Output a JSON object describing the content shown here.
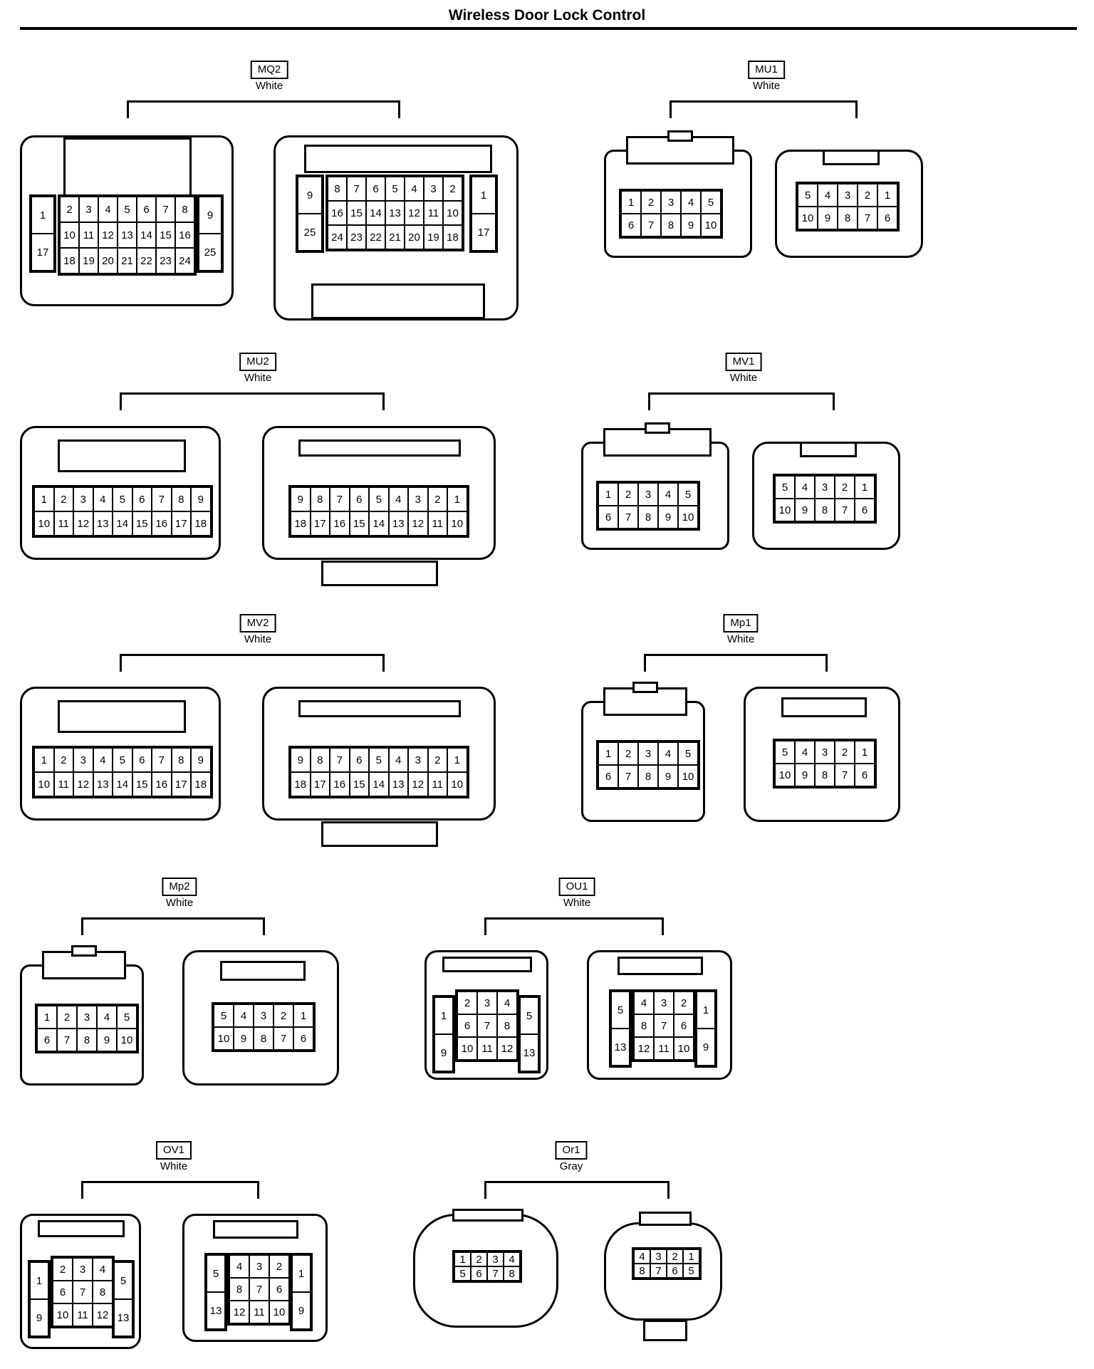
{
  "title": "Wireless Door Lock Control",
  "connectors": [
    {
      "id": "mq2",
      "code": "MQ2",
      "color": "White"
    },
    {
      "id": "mu1",
      "code": "MU1",
      "color": "White"
    },
    {
      "id": "mu2",
      "code": "MU2",
      "color": "White"
    },
    {
      "id": "mv1",
      "code": "MV1",
      "color": "White"
    },
    {
      "id": "mv2",
      "code": "MV2",
      "color": "White"
    },
    {
      "id": "mp1",
      "code": "Mp1",
      "color": "White"
    },
    {
      "id": "mp2",
      "code": "Mp2",
      "color": "White"
    },
    {
      "id": "ou1",
      "code": "OU1",
      "color": "White"
    },
    {
      "id": "ov1",
      "code": "OV1",
      "color": "White"
    },
    {
      "id": "or1",
      "code": "Or1",
      "color": "Gray"
    }
  ],
  "pins": {
    "mq2_male": {
      "left": [
        "1",
        "17"
      ],
      "rows": [
        [
          "2",
          "3",
          "4",
          "5",
          "6",
          "7",
          "8"
        ],
        [
          "10",
          "11",
          "12",
          "13",
          "14",
          "15",
          "16"
        ],
        [
          "18",
          "19",
          "20",
          "21",
          "22",
          "23",
          "24"
        ]
      ],
      "right": [
        "9",
        "25"
      ]
    },
    "mq2_female": {
      "left": [
        "9",
        "25"
      ],
      "rows": [
        [
          "8",
          "7",
          "6",
          "5",
          "4",
          "3",
          "2"
        ],
        [
          "16",
          "15",
          "14",
          "13",
          "12",
          "11",
          "10"
        ],
        [
          "24",
          "23",
          "22",
          "21",
          "20",
          "19",
          "18"
        ]
      ],
      "right": [
        "1",
        "17"
      ]
    },
    "p10_male": [
      [
        "1",
        "2",
        "3",
        "4",
        "5"
      ],
      [
        "6",
        "7",
        "8",
        "9",
        "10"
      ]
    ],
    "p10_female": [
      [
        "5",
        "4",
        "3",
        "2",
        "1"
      ],
      [
        "10",
        "9",
        "8",
        "7",
        "6"
      ]
    ],
    "p18_male": [
      [
        "1",
        "2",
        "3",
        "4",
        "5",
        "6",
        "7",
        "8",
        "9"
      ],
      [
        "10",
        "11",
        "12",
        "13",
        "14",
        "15",
        "16",
        "17",
        "18"
      ]
    ],
    "p18_female": [
      [
        "9",
        "8",
        "7",
        "6",
        "5",
        "4",
        "3",
        "2",
        "1"
      ],
      [
        "18",
        "17",
        "16",
        "15",
        "14",
        "13",
        "12",
        "11",
        "10"
      ]
    ],
    "p13_male": {
      "left": [
        "1",
        "9"
      ],
      "rows": [
        [
          "2",
          "3",
          "4"
        ],
        [
          "6",
          "7",
          "8"
        ],
        [
          "10",
          "11",
          "12"
        ]
      ],
      "right": [
        "5",
        "13"
      ]
    },
    "p13_female": {
      "left": [
        "5",
        "13"
      ],
      "rows": [
        [
          "4",
          "3",
          "2"
        ],
        [
          "8",
          "7",
          "6"
        ],
        [
          "12",
          "11",
          "10"
        ]
      ],
      "right": [
        "1",
        "9"
      ]
    },
    "or1_male": [
      [
        "1",
        "2",
        "3",
        "4"
      ],
      [
        "5",
        "6",
        "7",
        "8"
      ]
    ],
    "or1_female": [
      [
        "4",
        "3",
        "2",
        "1"
      ],
      [
        "8",
        "7",
        "6",
        "5"
      ]
    ]
  }
}
